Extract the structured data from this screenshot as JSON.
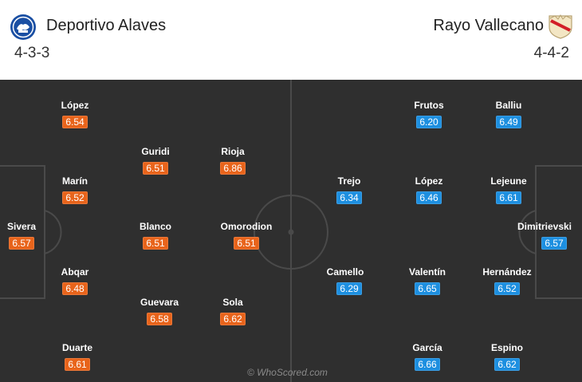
{
  "home": {
    "name": "Deportivo Alaves",
    "formation": "4-3-3",
    "crest_icon": "alaves-crest-icon",
    "color": "#e8641b",
    "players": [
      {
        "name": "López",
        "rating": "6.54"
      },
      {
        "name": "Guridi",
        "rating": "6.51"
      },
      {
        "name": "Rioja",
        "rating": "6.86"
      },
      {
        "name": "Marín",
        "rating": "6.52"
      },
      {
        "name": "Sivera",
        "rating": "6.57"
      },
      {
        "name": "Blanco",
        "rating": "6.51"
      },
      {
        "name": "Omorodion",
        "rating": "6.51"
      },
      {
        "name": "Abqar",
        "rating": "6.48"
      },
      {
        "name": "Guevara",
        "rating": "6.58"
      },
      {
        "name": "Sola",
        "rating": "6.62"
      },
      {
        "name": "Duarte",
        "rating": "6.61"
      }
    ]
  },
  "away": {
    "name": "Rayo Vallecano",
    "formation": "4-4-2",
    "crest_icon": "rayo-crest-icon",
    "color": "#1d8fe0",
    "players": [
      {
        "name": "Frutos",
        "rating": "6.20"
      },
      {
        "name": "Balliu",
        "rating": "6.49"
      },
      {
        "name": "Trejo",
        "rating": "6.34"
      },
      {
        "name": "López",
        "rating": "6.46"
      },
      {
        "name": "Lejeune",
        "rating": "6.61"
      },
      {
        "name": "Dimitrievski",
        "rating": "6.57"
      },
      {
        "name": "Camello",
        "rating": "6.29"
      },
      {
        "name": "Valentín",
        "rating": "6.65"
      },
      {
        "name": "Hernández",
        "rating": "6.52"
      },
      {
        "name": "García",
        "rating": "6.66"
      },
      {
        "name": "Espino",
        "rating": "6.62"
      }
    ]
  },
  "watermark": "© WhoScored.com",
  "pitch_color": "#2f2f2f"
}
